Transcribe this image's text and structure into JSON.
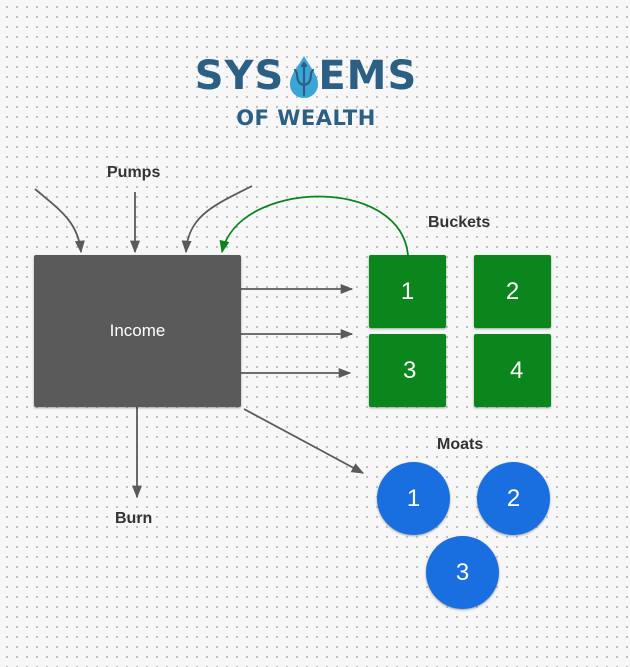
{
  "logo": {
    "line1_left": "SYS",
    "line1_right": "EMS",
    "line2": "OF WEALTH",
    "color": "#2b5f84",
    "accent_color": "#3aa6d8"
  },
  "labels": {
    "pumps": "Pumps",
    "buckets": "Buckets",
    "moats": "Moats",
    "burn": "Burn"
  },
  "income": {
    "label": "Income",
    "color": "#5a5a5a"
  },
  "buckets": {
    "color": "#0a861c",
    "items": [
      "1",
      "2",
      "3",
      "4"
    ]
  },
  "moats": {
    "color": "#1a6fe0",
    "items": [
      "1",
      "2",
      "3"
    ]
  },
  "connectors": {
    "arrow_color": "#5a5a5a",
    "feedback_color": "#0a861c"
  }
}
